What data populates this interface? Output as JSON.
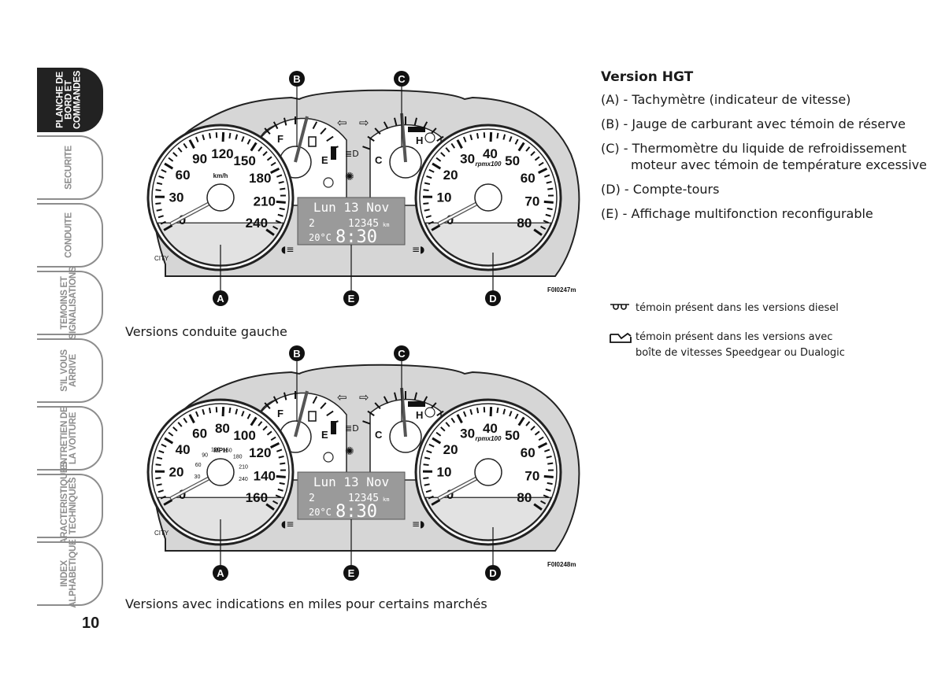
{
  "sidebar": {
    "tabs": [
      {
        "label": "PLANCHE DE\nBORD ET\nCOMMANDES",
        "active": true
      },
      {
        "label": "SECURITE",
        "active": false
      },
      {
        "label": "CONDUITE",
        "active": false
      },
      {
        "label": "TEMOINS ET\nSIGNALISATIONS",
        "active": false
      },
      {
        "label": "S'IL VOUS\nARRIVE",
        "active": false
      },
      {
        "label": "ENTRETIEN DE\nLA VOITURE",
        "active": false
      },
      {
        "label": "CARACTERISTIQUES\nTECHNIQUES",
        "active": false
      },
      {
        "label": "INDEX\nALPHABETIQUE",
        "active": false
      }
    ]
  },
  "page_number": "10",
  "figures": [
    {
      "code": "F0I0247m",
      "caption": "Versions conduite gauche",
      "speed_unit": "km/h",
      "speed_ticks": [
        "0",
        "30",
        "60",
        "90",
        "120",
        "150",
        "180",
        "210",
        "240"
      ],
      "inner_ticks": []
    },
    {
      "code": "F0I0248m",
      "caption": "Versions avec indications en miles pour certains marchés",
      "speed_unit": "MPH",
      "speed_ticks": [
        "0",
        "20",
        "40",
        "60",
        "80",
        "100",
        "120",
        "140",
        "160"
      ],
      "inner_ticks": [
        "30",
        "60",
        "90",
        "120",
        "150",
        "180",
        "210",
        "240"
      ]
    }
  ],
  "callouts": [
    "A",
    "B",
    "C",
    "D",
    "E"
  ],
  "gauge_labels": {
    "fuel_full": "F",
    "fuel_empty": "E",
    "temp_cold": "C",
    "temp_hot": "H",
    "city": "CITY",
    "rpm_unit": "rpmx100"
  },
  "rpm_ticks": [
    "0",
    "10",
    "20",
    "30",
    "40",
    "50",
    "60",
    "70",
    "80"
  ],
  "display": {
    "date": "Lun 13 Nov",
    "gear": "2",
    "odometer": "12345",
    "odo_unit": "km",
    "temperature": "20°C",
    "time": "8:30"
  },
  "right_panel": {
    "title": "Version HGT",
    "items": [
      "(A) - Tachymètre (indicateur de vitesse)",
      "(B) - Jauge de carburant avec témoin de réserve",
      "(C) - Thermomètre du liquide de refroidissement moteur avec témoin de température excessive",
      "(D) - Compte-tours",
      "(E) - Affichage multifonction reconfigurable"
    ],
    "notes": [
      {
        "icon": "glow-plug-icon",
        "text": "témoin présent dans les versions diesel"
      },
      {
        "icon": "gearbox-icon",
        "text": "témoin présent dans les versions avec boîte de vitesses Speedgear ou Dualogic"
      }
    ]
  }
}
